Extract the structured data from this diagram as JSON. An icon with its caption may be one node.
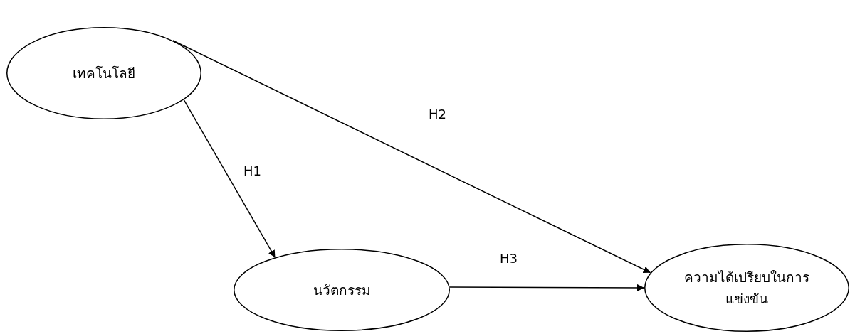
{
  "diagram": {
    "nodes": [
      {
        "text": [
          "เทคโนโลยี"
        ]
      },
      {
        "text": [
          "นวัตกรรม"
        ]
      },
      {
        "text": [
          "ความได้เปรียบในการแข่งขัน"
        ]
      }
    ],
    "edges": [
      {
        "from": 0,
        "to": 1,
        "arrow": "to",
        "label": "H1"
      },
      {
        "from": 0,
        "to": 2,
        "arrow": "to",
        "label": "H2"
      },
      {
        "from": 1,
        "to": 2,
        "arrow": "to",
        "label": "H3"
      }
    ]
  }
}
